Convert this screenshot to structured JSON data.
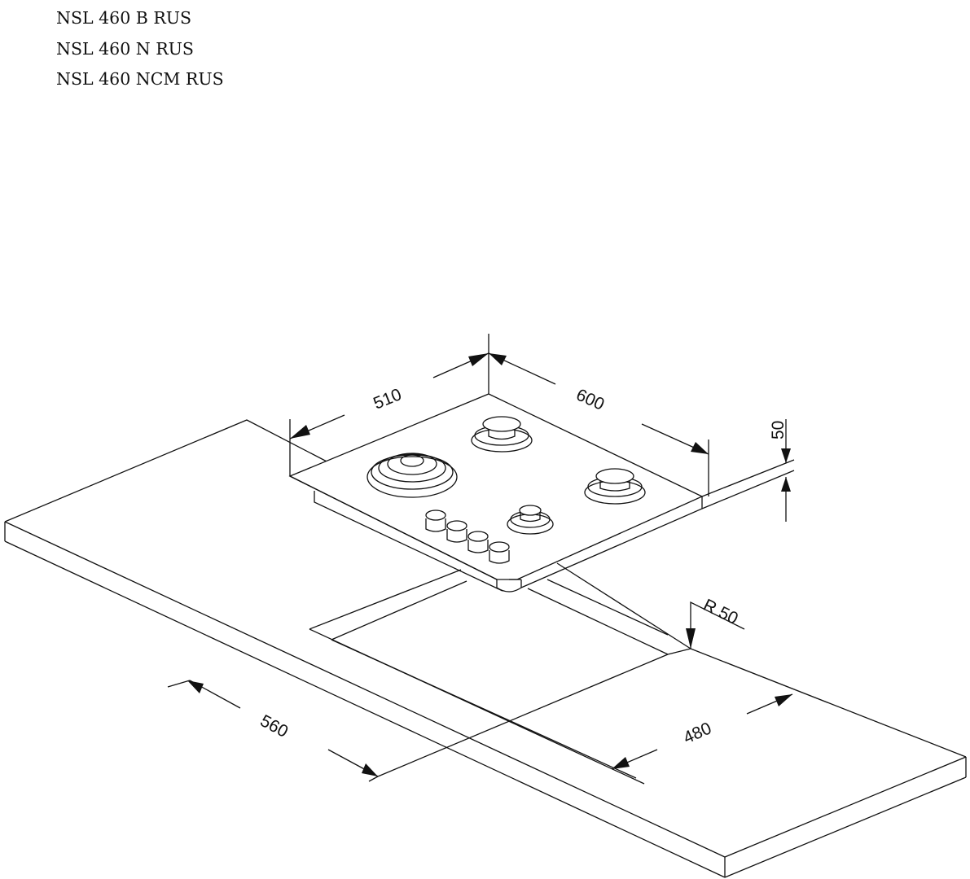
{
  "title_block": {
    "models": [
      "NSL 460 B RUS",
      "NSL 460 N RUS",
      "NSL 460 NCM RUS"
    ]
  },
  "drawing": {
    "subject": "gas hob built into countertop",
    "units": "mm",
    "burners": 4,
    "control_knobs": 4,
    "dimensions": {
      "hob_depth": "510",
      "hob_width": "600",
      "hob_height": "50",
      "cutout_width": "560",
      "cutout_depth": "480",
      "corner_radius": "R 50"
    }
  }
}
